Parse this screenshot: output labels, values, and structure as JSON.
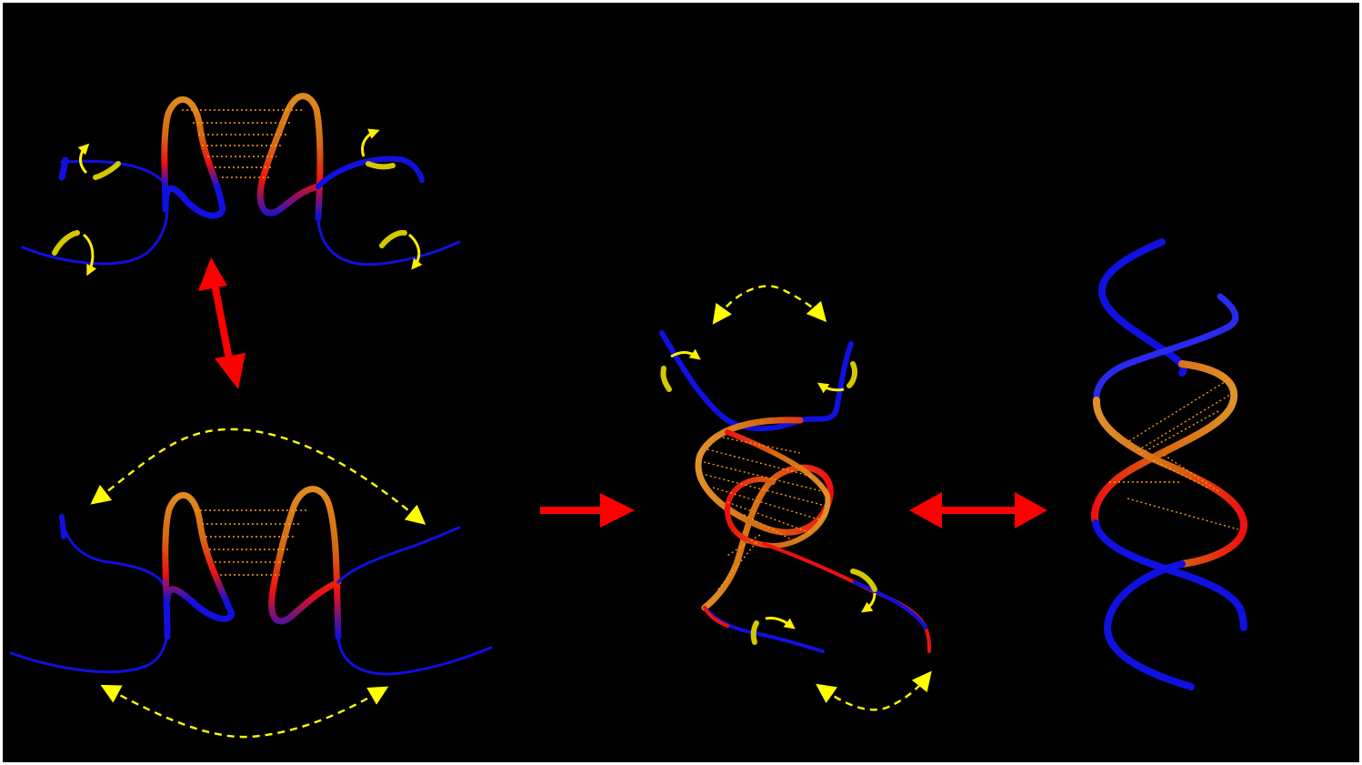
{
  "figure": {
    "background": "#000000",
    "frame_color": "#ffffff",
    "colors": {
      "strand_blue": "#1010e0",
      "loop_red": "#ee1010",
      "loop_orange": "#d66a10",
      "hbond_orange": "#ff9a1a",
      "motion_yellow": "#ffff00",
      "transition_arrow_red": "#ff0000"
    },
    "panels": [
      {
        "id": "hairpins-upper",
        "description_icon": "two-hairpins-kissing-loop"
      },
      {
        "id": "hairpins-lower",
        "description_icon": "two-hairpins-extended-kissing-loop"
      },
      {
        "id": "intermediate-duplex",
        "description_icon": "partially-zipped-duplex"
      },
      {
        "id": "final-duplex",
        "description_icon": "full-double-helix"
      }
    ],
    "transitions": [
      {
        "icon": "double-headed-arrow",
        "between": [
          "hairpins-upper",
          "hairpins-lower"
        ]
      },
      {
        "icon": "single-headed-arrow",
        "between": [
          "hairpins-lower",
          "intermediate-duplex"
        ]
      },
      {
        "icon": "double-headed-arrow",
        "between": [
          "intermediate-duplex",
          "final-duplex"
        ]
      }
    ]
  }
}
